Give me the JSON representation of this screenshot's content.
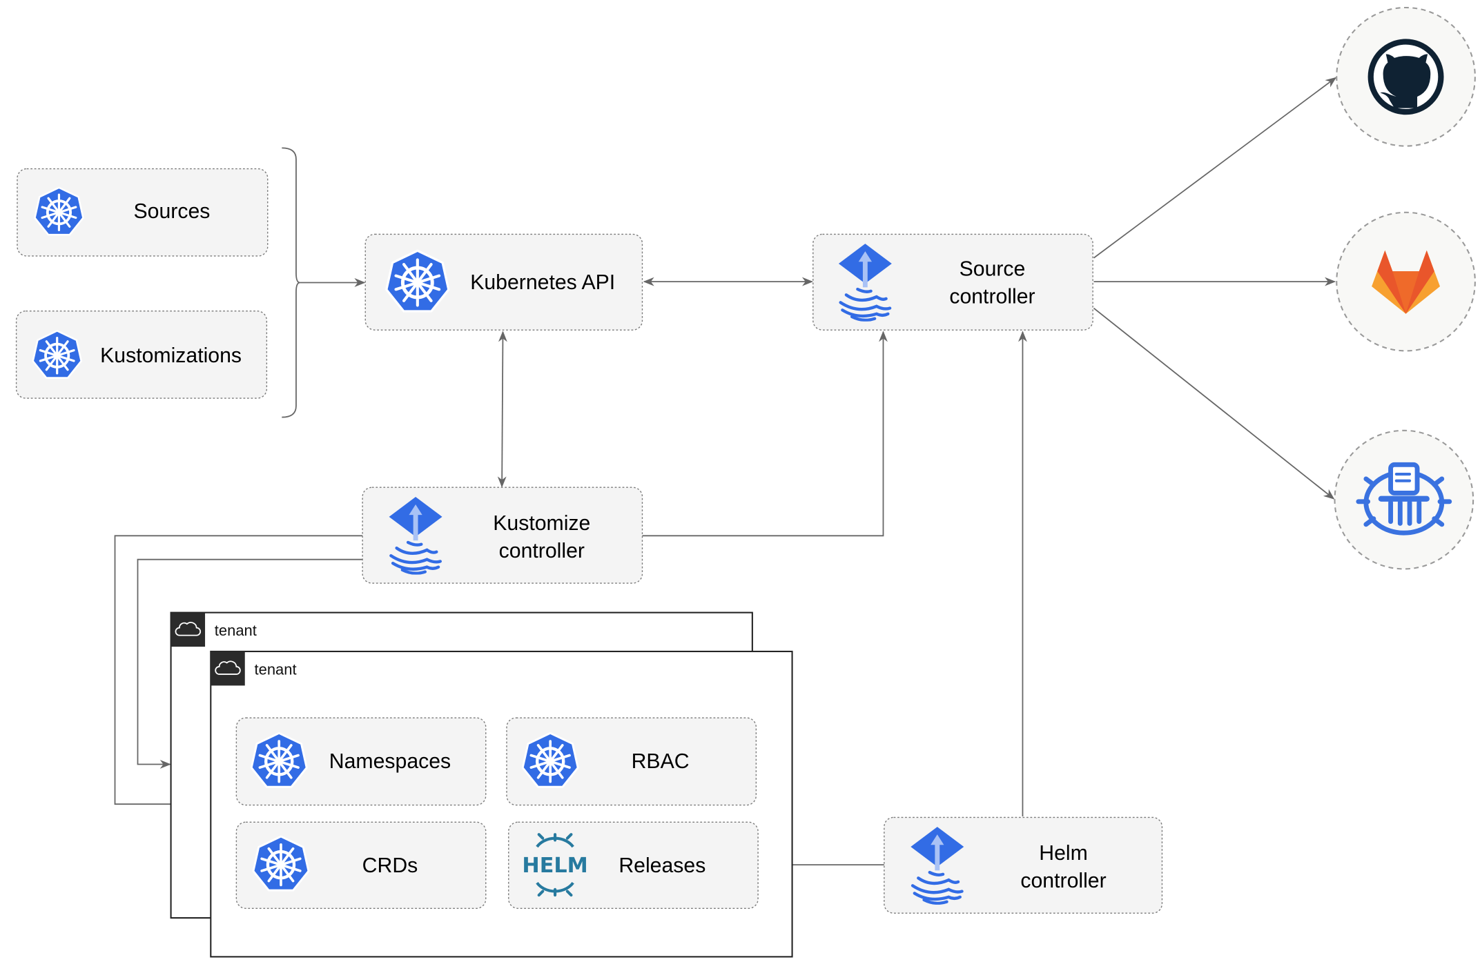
{
  "nodes": {
    "sources": "Sources",
    "kustomizations": "Kustomizations",
    "kubernetes_api": "Kubernetes API",
    "source_controller": [
      "Source",
      "controller"
    ],
    "kustomize_controller": [
      "Kustomize",
      "controller"
    ],
    "helm_controller": [
      "Helm",
      "controller"
    ],
    "namespaces": "Namespaces",
    "rbac": "RBAC",
    "crds": "CRDs",
    "releases": "Releases"
  },
  "tenants": [
    "tenant",
    "tenant"
  ],
  "logos": {
    "helm": "HELM"
  },
  "icons": {
    "kubernetes": "kubernetes-icon",
    "flux": "flux-icon",
    "helm": "helm-icon",
    "github": "github-icon",
    "gitlab": "gitlab-icon",
    "bucket": "bucket-icon",
    "cloud": "cloud-icon"
  },
  "colors": {
    "kubernetes_blue": "#326ce5",
    "helm_blue": "#277a9f",
    "github_dark": "#0f2233",
    "gitlab_orange": "#e9562b",
    "gitlab_yellow": "#f7a030",
    "box_fill": "#f4f4f4",
    "edge": "#666666"
  }
}
